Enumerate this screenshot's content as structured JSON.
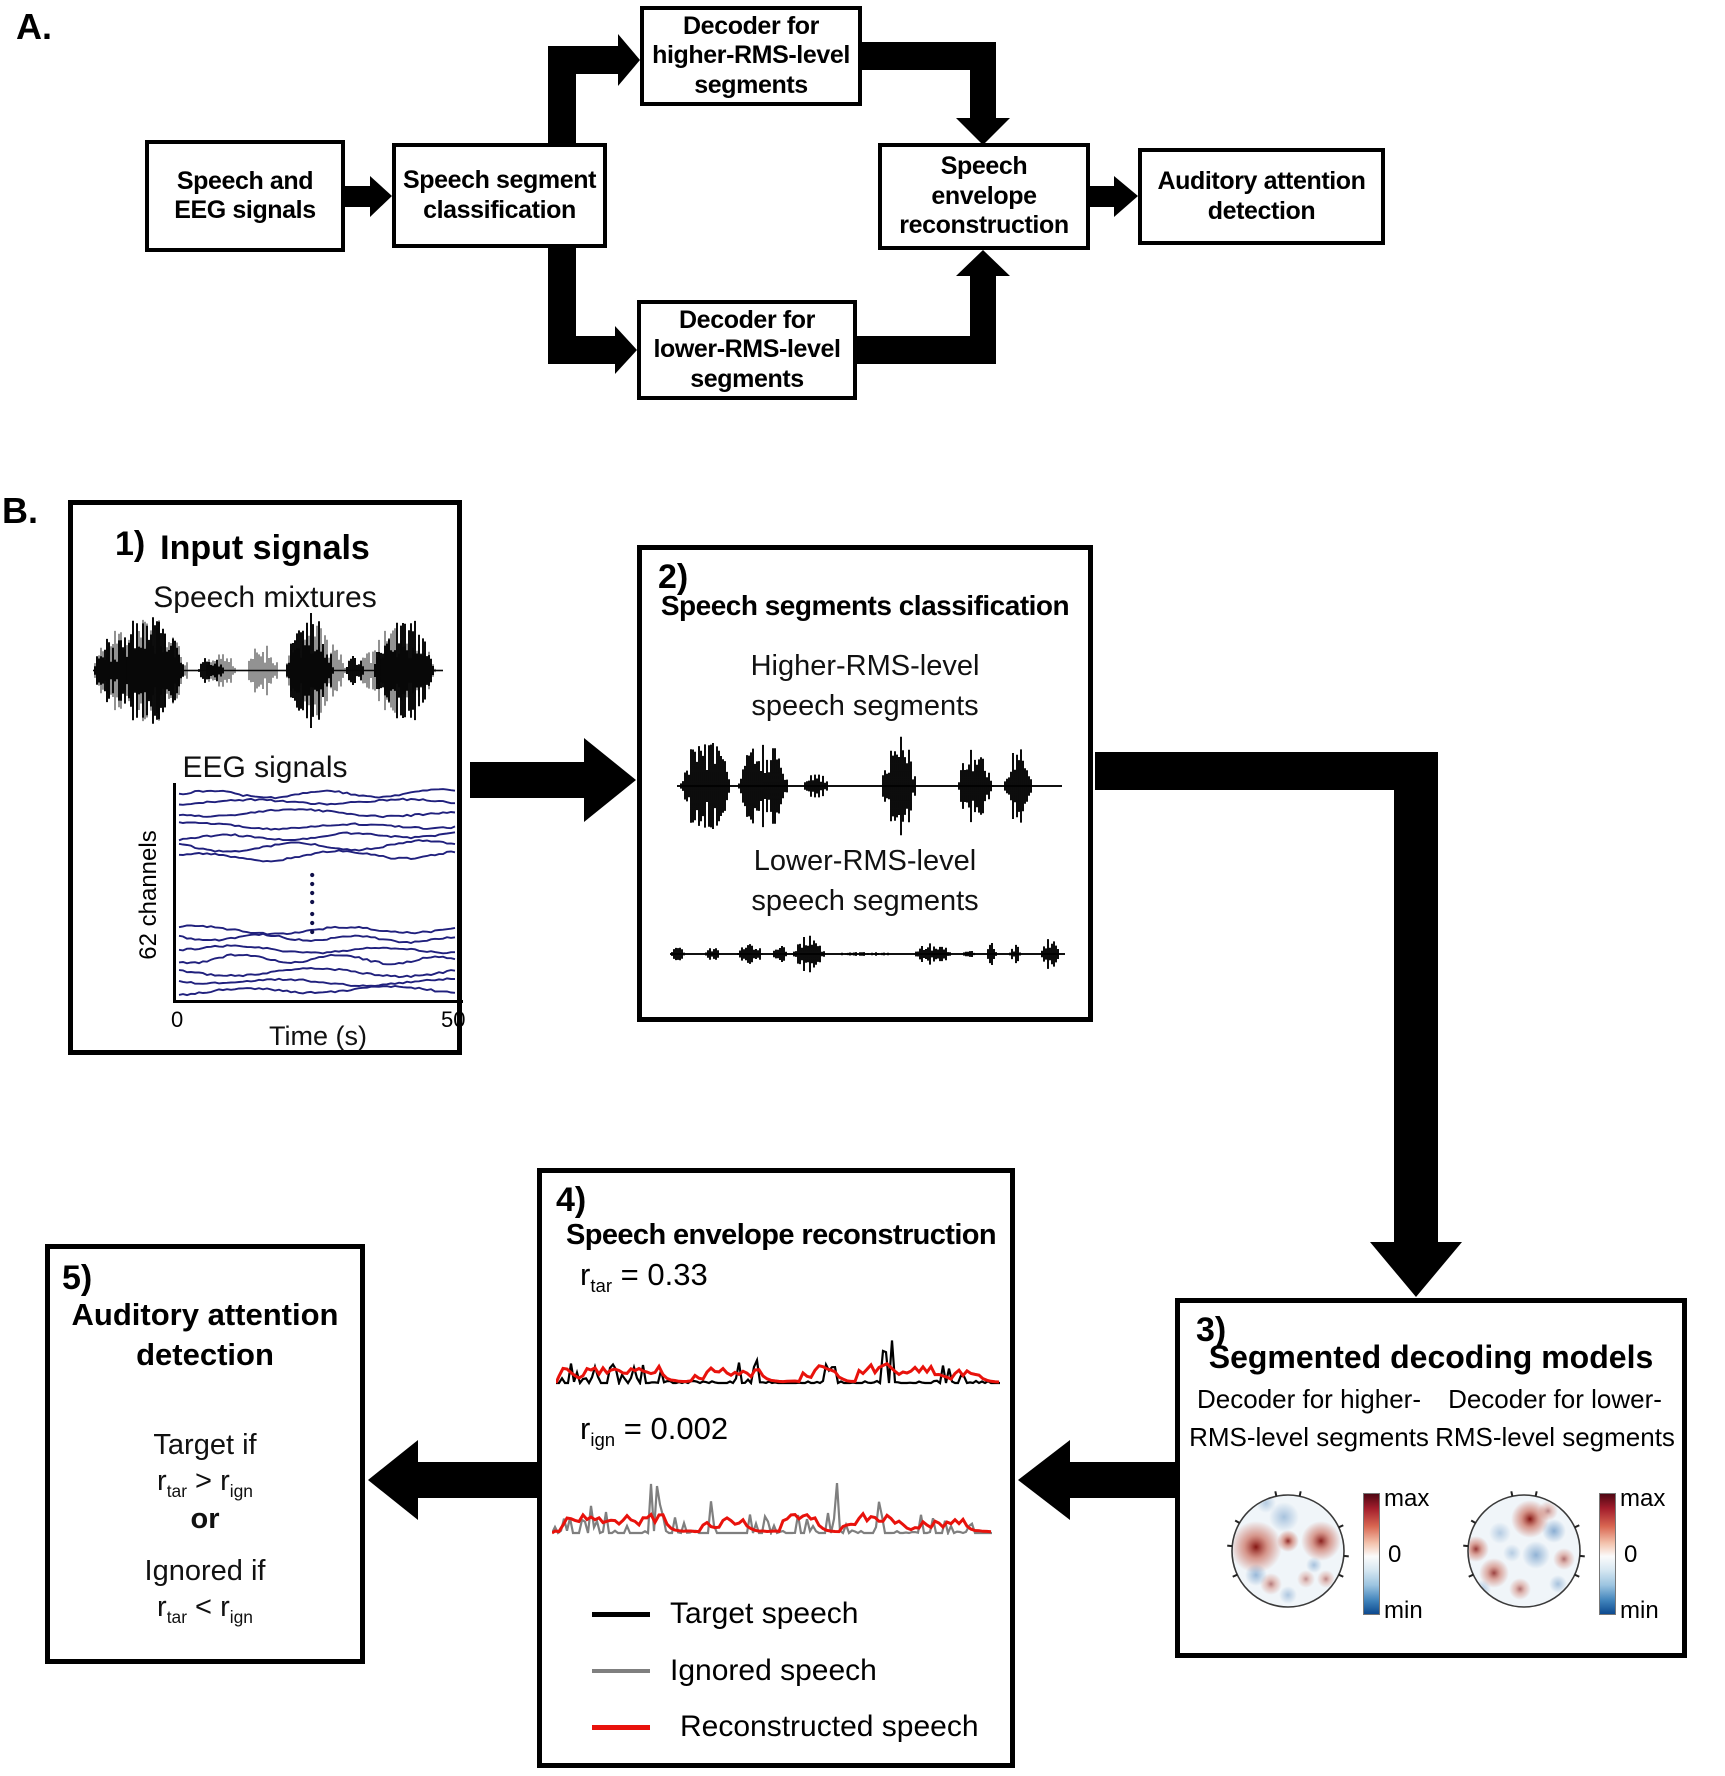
{
  "panel_a": {
    "label": "A.",
    "boxes": {
      "input": "Speech and EEG signals",
      "classification": "Speech segment classification",
      "decoder_high": "Decoder for higher-RMS-level segments",
      "decoder_low": "Decoder for lower-RMS-level segments",
      "reconstruction": "Speech envelope reconstruction",
      "detection": "Auditory attention detection"
    }
  },
  "panel_b": {
    "label": "B.",
    "step1": {
      "number": "1)",
      "title": "Input signals",
      "speech_label": "Speech mixtures",
      "eeg_label": "EEG signals",
      "eeg_ylabel": "62 channels",
      "eeg_xlabel": "Time (s)",
      "eeg_xticks": [
        "0",
        "50"
      ]
    },
    "step2": {
      "number": "2)",
      "title": "Speech segments classification",
      "higher_line1": "Higher-RMS-level",
      "higher_line2": "speech segments",
      "lower_line1": "Lower-RMS-level",
      "lower_line2": "speech segments"
    },
    "step3": {
      "number": "3)",
      "title": "Segmented decoding models",
      "decoder_high_line1": "Decoder for higher-",
      "decoder_high_line2": "RMS-level segments",
      "decoder_low_line1": "Decoder for lower-",
      "decoder_low_line2": "RMS-level segments",
      "colorbar_max": "max",
      "colorbar_zero": "0",
      "colorbar_min": "min"
    },
    "step4": {
      "number": "4)",
      "title": "Speech envelope reconstruction",
      "r_sym": "r",
      "tar_sub": "tar",
      "r_tar_eq": " = 0.33",
      "ign_sub": "ign",
      "r_ign_eq": " = 0.002",
      "legend": [
        {
          "label": "Target speech",
          "color": "#000000"
        },
        {
          "label": "Ignored speech",
          "color": "#7f7f7f"
        },
        {
          "label": "Reconstructed speech",
          "color": "#e8120c"
        }
      ]
    },
    "step5": {
      "number": "5)",
      "title_line1": "Auditory attention",
      "title_line2": "detection",
      "target_line": "Target if",
      "gt": " > ",
      "or_label": "or",
      "ignored_line": "Ignored if",
      "lt": " < "
    }
  },
  "colors": {
    "waveform_black": "#000000",
    "waveform_gray": "#8c8c8c",
    "eeg_trace": "#20207d",
    "target_black": "#000000",
    "ignored_gray": "#7f7f7f",
    "reconstructed_red": "#e8120c"
  }
}
